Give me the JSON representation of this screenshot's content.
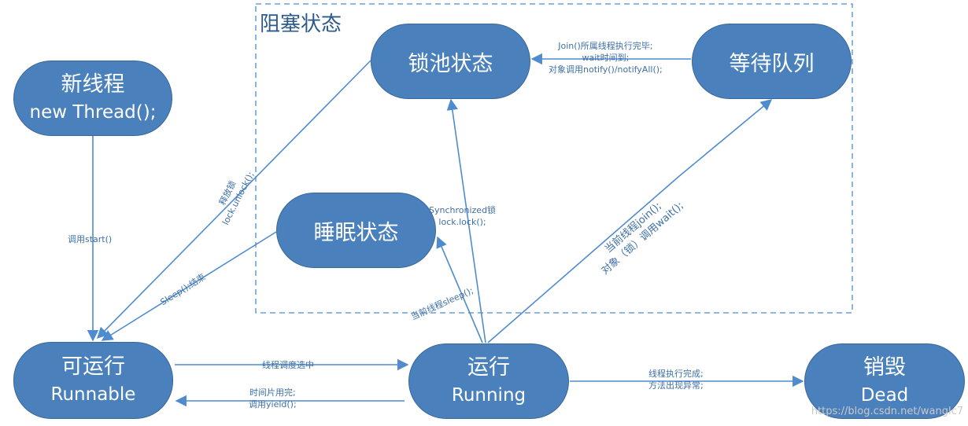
{
  "group": {
    "title": "阻塞状态"
  },
  "states": {
    "new": {
      "line1": "新线程",
      "line2": "new Thread();"
    },
    "runnable": {
      "line1": "可运行",
      "line2": "Runnable"
    },
    "running": {
      "line1": "运行",
      "line2": "Running"
    },
    "dead": {
      "line1": "销毁",
      "line2": "Dead"
    },
    "lockpool": {
      "line1": "锁池状态"
    },
    "sleeping": {
      "line1": "睡眠状态"
    },
    "waitqueue": {
      "line1": "等待队列"
    }
  },
  "transitions": {
    "start": "调用start()",
    "schedule": "线程调度选中",
    "yield_line1": "时间片用完;",
    "yield_line2": "调用yield();",
    "finish_line1": "线程执行完成;",
    "finish_line2": "方法出现异常;",
    "release_line1": "释放锁",
    "release_line2": "lock.unlock();",
    "sleep_end": "Sleep();结束",
    "sync_line1": "Synchronized锁",
    "sync_line2": "lock.lock();",
    "sleep_call": "当前线程sleep();",
    "wait_line1": "当前线程join();",
    "wait_line2": "对象（锁）调用wait();",
    "notify_line1": "Join()所属线程执行完毕;",
    "notify_line2": "wait时间到;",
    "notify_line3": "对象调用notify()/notifyAll();"
  },
  "colors": {
    "node": "#4a81bd",
    "edge": "#4f8ccf",
    "text": "#3d6fa6"
  },
  "watermark": "https://blog.csdn.net/wanglc7"
}
